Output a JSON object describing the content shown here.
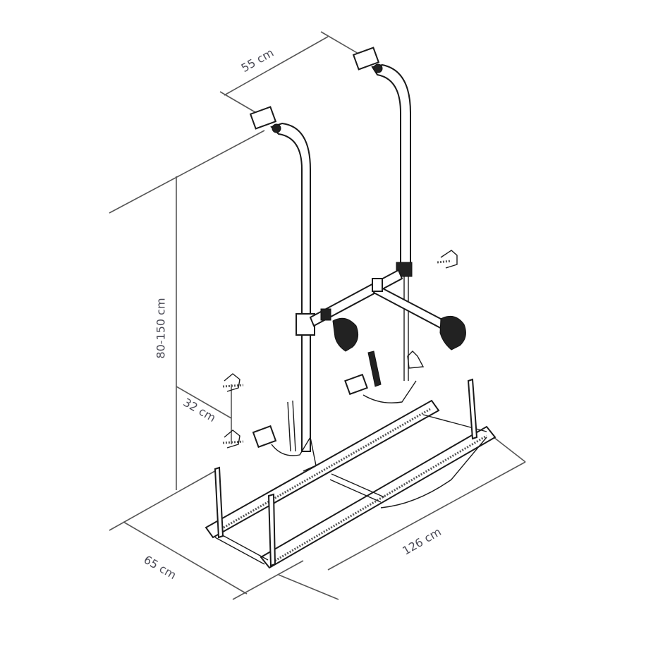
{
  "diagram": {
    "subject": "Bike carrier rack technical drawing",
    "dimensions": {
      "top_width": "55 cm",
      "height_range": "80-150 cm",
      "mount_spacing": "32 cm",
      "rail_length": "126 cm",
      "depth": "65 cm"
    },
    "colors": {
      "line": "#1a1a1a",
      "dimension_line": "#555555",
      "label_text": "#4a4a55",
      "background": "#ffffff"
    }
  }
}
